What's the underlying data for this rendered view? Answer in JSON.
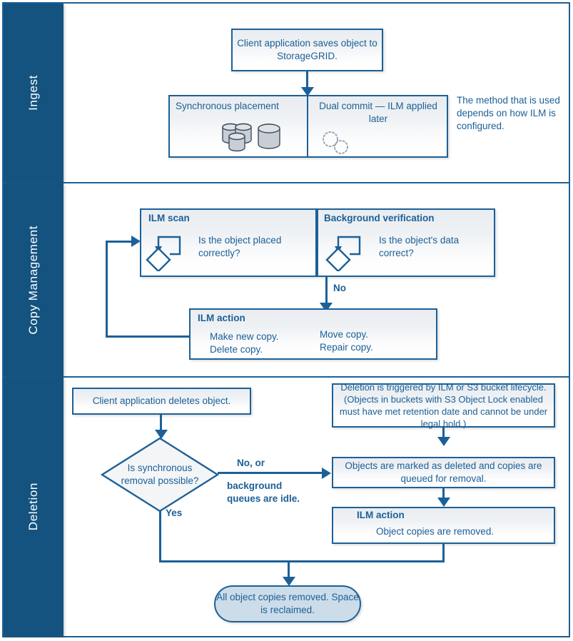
{
  "diagram": {
    "title": "StorageGRID object lifecycle: ingest, copy management, deletion",
    "accent_color": "#1c6097",
    "lane_color": "#14537f",
    "box_fill": "#eef1f4",
    "terminator_fill": "#ccdce9"
  },
  "lanes": [
    {
      "id": "ingest",
      "label": "Ingest"
    },
    {
      "id": "copy-management",
      "label": "Copy Management"
    },
    {
      "id": "deletion",
      "label": "Deletion"
    }
  ],
  "ingest": {
    "client_box": "Client application saves object to StorageGRID.",
    "synchronous_placement": {
      "label": "Synchronous placement",
      "icon": "storage-cylinders-icon"
    },
    "dual_commit": {
      "label": "Dual commit — ILM applied later",
      "icon": "dashed-placeholder-icon"
    },
    "note": "The method that is used depends on how ILM is configured."
  },
  "copy_management": {
    "ilm_scan": {
      "title": "ILM scan",
      "question": "Is the object placed correctly?",
      "icon": "loop-decision-icon"
    },
    "background_verification": {
      "title": "Background verification",
      "question": "Is the object's data correct?",
      "icon": "loop-decision-icon"
    },
    "edge_no": "No",
    "ilm_action": {
      "title": "ILM action",
      "actions_left": [
        "Make new copy.",
        "Delete copy."
      ],
      "actions_right": [
        "Move copy.",
        "Repair copy."
      ]
    }
  },
  "deletion": {
    "client_box": "Client application deletes object.",
    "decision": "Is synchronous removal possible?",
    "edge_yes": "Yes",
    "edge_no_line1": "No, or",
    "edge_no_line2": "background queues are idle.",
    "trigger_box": "Deletion is triggered by ILM or  S3 bucket lifecycle. (Objects in buckets with S3 Object Lock enabled must have met retention date and cannot be under legal hold.)",
    "marked_box": "Objects are marked as deleted and copies are queued for removal.",
    "ilm_action": {
      "title": "ILM action",
      "detail": "Object copies are removed."
    },
    "terminator": "All object copies removed. Space is reclaimed."
  }
}
